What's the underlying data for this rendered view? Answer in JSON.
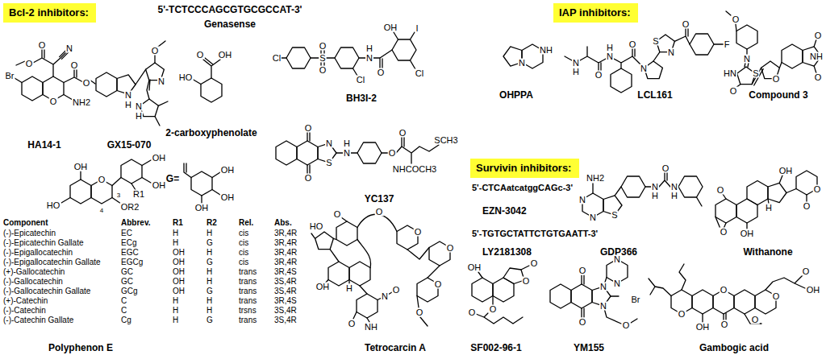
{
  "diagram": {
    "nodes": [
      {
        "text": [
          "Bcl-2 inhibitors:"
        ]
      },
      {
        "text": [
          "IAP inhibitors:"
        ]
      },
      {
        "text": [
          "Survivin inhibitors:"
        ]
      }
    ],
    "labels": [
      "5'-TCTCCCAGCGTGCGCCAT-3'",
      "Genasense",
      "HA14-1",
      "Br",
      "O",
      "NH2",
      "N",
      "O",
      "O",
      "O",
      "O",
      "GX15-070",
      "N",
      "H",
      "O",
      "N",
      "N",
      "H",
      "2-carboxyphenolate",
      "O",
      "OH",
      "HO",
      "BH3I-2",
      "Cl",
      "S",
      "O",
      "O",
      "Cl",
      "N",
      "H",
      "O",
      "OH",
      "I",
      "Cl",
      "YC137",
      "O",
      "O",
      "N",
      "S",
      "N",
      "H",
      "O",
      "O",
      "NHCOCH3",
      "SCH3",
      "Tetrocarcin A",
      "HO",
      "O",
      "OH",
      "H",
      "O",
      "O",
      "N",
      "O",
      "NH",
      "O",
      "O",
      "O",
      "O",
      "Polyphenon E",
      "HO",
      "OH",
      "O",
      "3",
      "4",
      "OR2",
      "OH",
      "OH",
      "R1",
      "G=",
      "OH",
      "OH",
      "OH",
      "Component",
      "Abbrev.",
      "R1",
      "R2",
      "Rel.",
      "Abs.",
      "(-)-Epicatechin",
      "EC",
      "H",
      "H",
      "cis",
      "3R,4R",
      "(-)-Epicatechin Gallate",
      "ECg",
      "H",
      "G",
      "cis",
      "3R,4R",
      "(-)-Epigallocatechin",
      "EGC",
      "OH",
      "H",
      "cis",
      "3R,4R",
      "(-)-Epigallocatechin Gallate",
      "EGCg",
      "OH",
      "G",
      "cis",
      "3R,4R",
      "(+)-Gallocatechin",
      "GC",
      "OH",
      "H",
      "trans",
      "3R,4S",
      "(-)-Gallocatechin",
      "GC",
      "OH",
      "H",
      "trans",
      "3S,4R",
      "(-)-Gallocatechin Gallate",
      "GCg",
      "OH",
      "G",
      "trans",
      "3S,4R",
      "(+)-Catechin",
      "C",
      "H",
      "H",
      "trans",
      "3R,4S",
      "(-)-Catechin",
      "C",
      "H",
      "H",
      "trsns",
      "3S,4R",
      "(-)-Catechin Gallate",
      "Cg",
      "H",
      "G",
      "trans",
      "3S,4R",
      "OHPPA",
      "N",
      "NH",
      "LCL161",
      "N",
      "H",
      "O",
      "N",
      "H",
      "O",
      "N",
      "S",
      "N",
      "O",
      "F",
      "Compound 3",
      "O",
      "N",
      "HN",
      "S",
      "O",
      "O",
      "O",
      "NH",
      "O",
      "5'-CTCAatcatggCAGc-3'",
      "EZN-3042",
      "5'-TGTGCTATTCTGTGAATT-3'",
      "LY2181308",
      "GDP366",
      "NH2",
      "N",
      "N",
      "S",
      "N",
      "H",
      "O",
      "N",
      "H",
      "Withanone",
      "O",
      "O",
      "OH",
      "H",
      "OH",
      "O",
      "O",
      "SF002-96-1",
      "OH",
      "O",
      "O",
      "O",
      "O",
      "YM155",
      "O",
      "O",
      "N",
      "N",
      "N",
      "N",
      "Br",
      "O",
      "Gambogic acid",
      "O",
      "OH",
      "O",
      "O",
      "O",
      "O",
      "O",
      "OH"
    ]
  }
}
